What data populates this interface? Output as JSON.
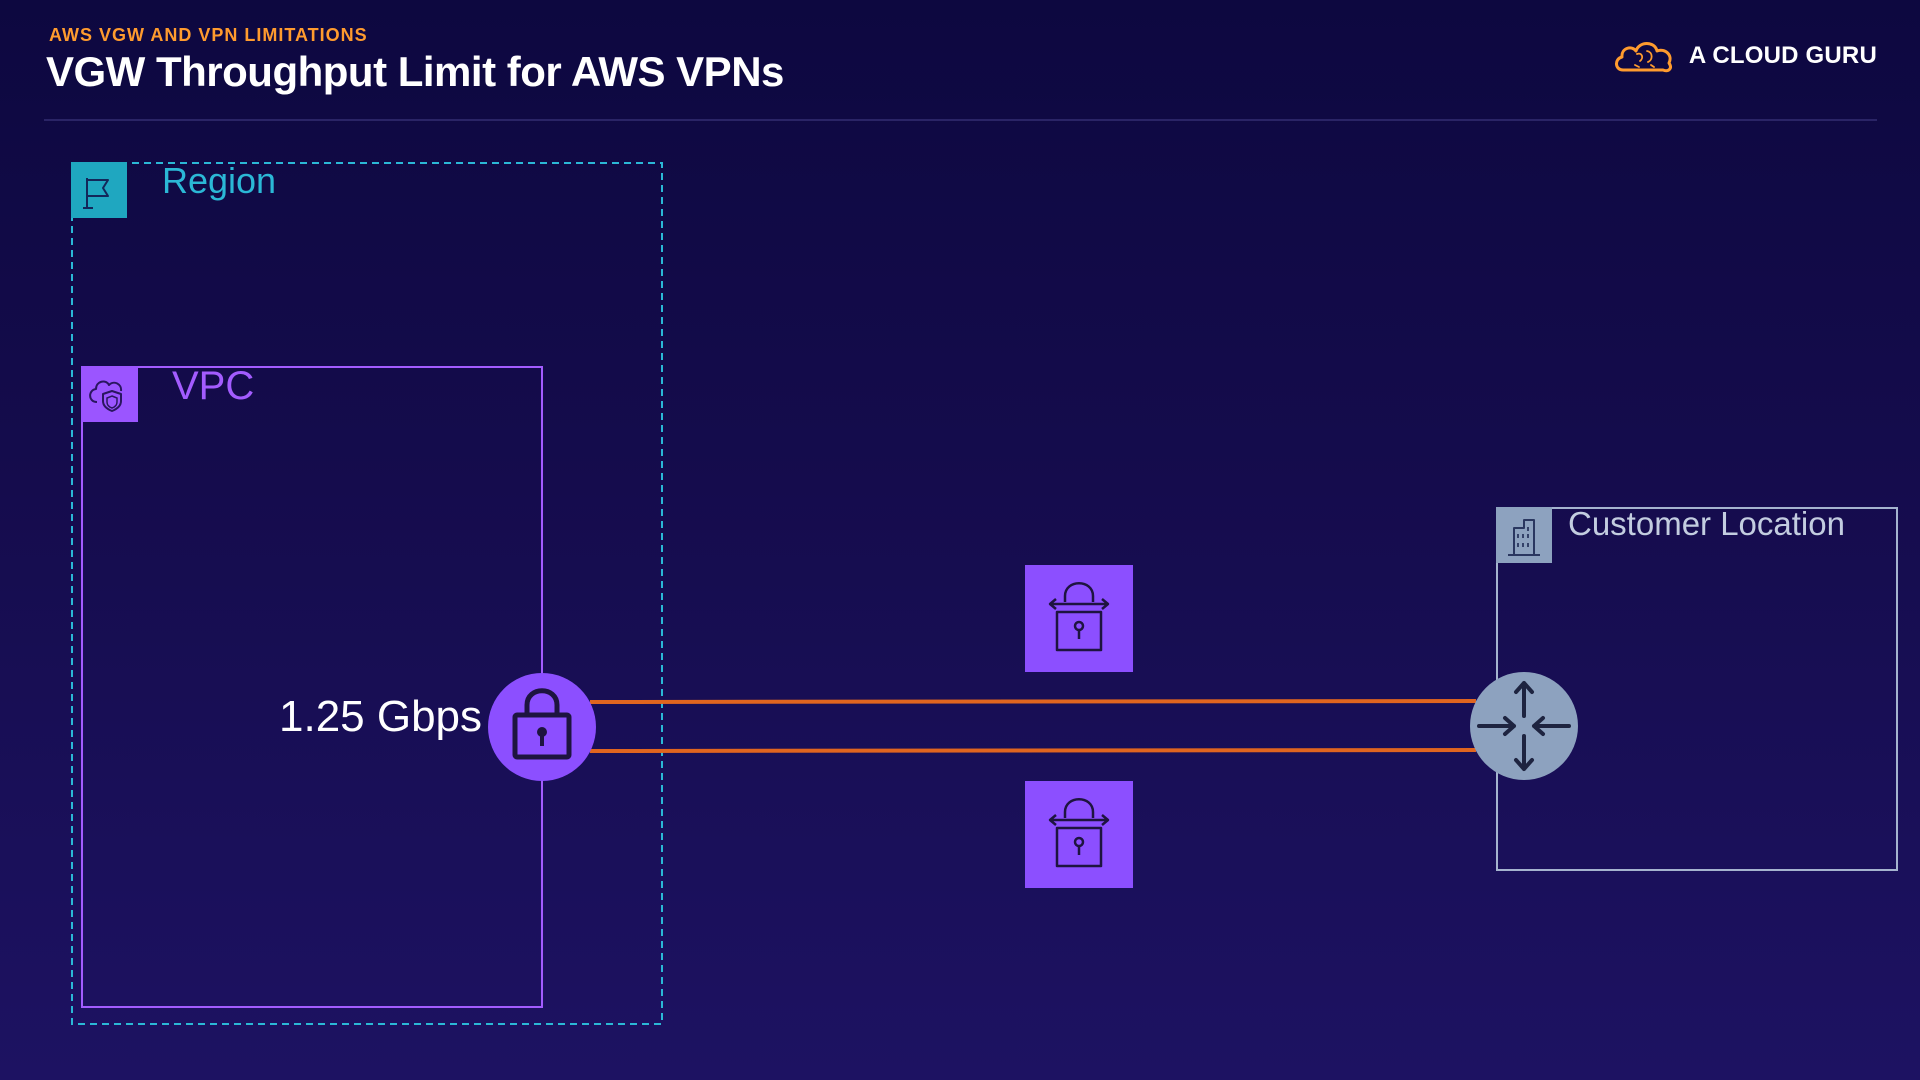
{
  "header": {
    "kicker": "AWS VGW AND VPN LIMITATIONS",
    "title": "VGW Throughput Limit for AWS VPNs",
    "brand": "A CLOUD GURU"
  },
  "diagram": {
    "region_label": "Region",
    "vpc_label": "VPC",
    "customer_label": "Customer Location",
    "throughput_label": "1.25 Gbps"
  },
  "colors": {
    "accent_orange": "#ff9b2e",
    "region": "#2bb8d6",
    "vpc": "#a35cff",
    "vpn_icon": "#8c4fff",
    "tunnel": "#e0651f",
    "customer": "#8da2bf",
    "customer_border": "#a5b4cf"
  },
  "icons": {
    "region": "flag-icon",
    "vpc": "cloud-shield-icon",
    "vgw": "lock-icon",
    "vpn_connection": "padlock-arrows-icon",
    "customer_location": "building-icon",
    "customer_gateway": "router-arrows-icon",
    "brand": "cloud-logo-icon"
  }
}
